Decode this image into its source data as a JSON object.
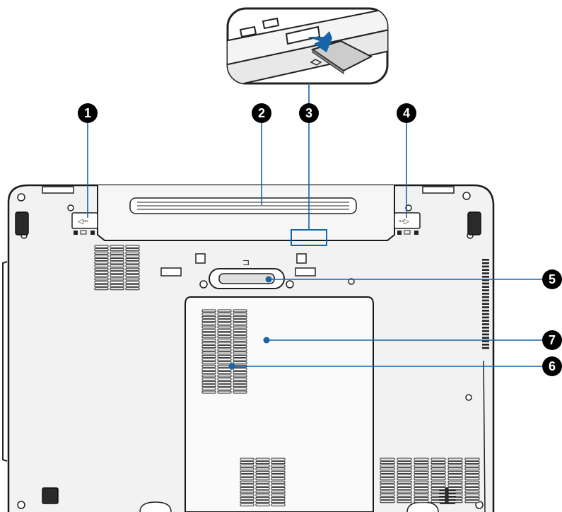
{
  "callouts": [
    {
      "num": "1"
    },
    {
      "num": "2"
    },
    {
      "num": "3"
    },
    {
      "num": "4"
    },
    {
      "num": "5"
    },
    {
      "num": "6"
    },
    {
      "num": "7"
    }
  ],
  "colors": {
    "accent": "#1565a8",
    "callout_fill": "#000000",
    "outline": "#1a1a1a",
    "body_fill": "#f2f2f2",
    "panel_fill": "#fafafa"
  },
  "icons": [
    "card-reader-icon",
    "lock-icon",
    "unlock-icon",
    "battery-eject-icon"
  ]
}
